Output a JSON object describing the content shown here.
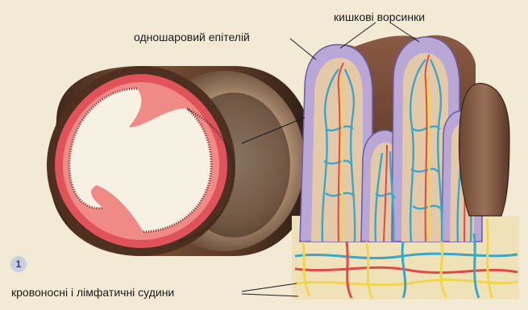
{
  "figure": {
    "number": "1",
    "labels": {
      "villi": "кишкові ворсинки",
      "epithelium": "одношаровий епітелій",
      "vessels": "кровоносні і лімфатичні судини"
    }
  },
  "colors": {
    "background": "#f3ead6",
    "outer_wall": "#5a3826",
    "mucosa_red": "#e0535a",
    "epithelium_lilac": "#b9a7d6",
    "capillary_blue": "#3aa6c8",
    "artery_red": "#e04a4a",
    "lymph_yellow": "#f2d54a"
  }
}
